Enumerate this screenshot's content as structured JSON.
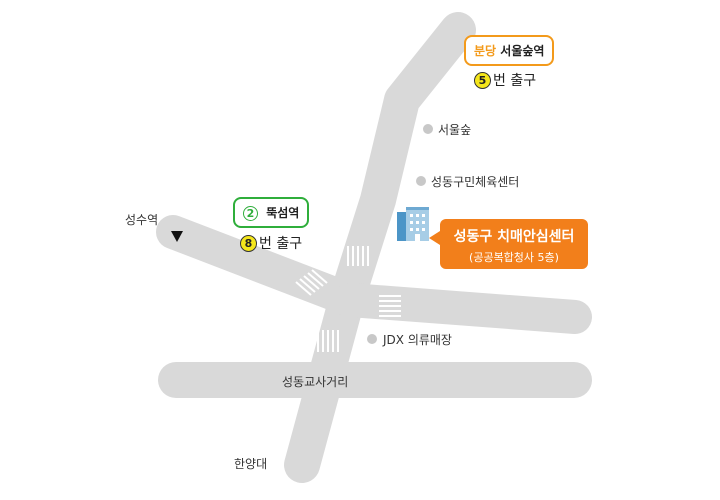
{
  "map_title": "",
  "colors": {
    "road": "#d9d9d9",
    "crosswalk": "#ffffff",
    "line2": "#2fae3b",
    "bundang": "#f39a1b",
    "exit_badge": "#f5e61b",
    "callout": "#f27f1b",
    "poi_dot": "#c8c8c8"
  },
  "roads": {
    "main_road": "성동교사거리"
  },
  "stations": {
    "seoulforest": {
      "line": "분당",
      "name": "서울숲역",
      "exit_number": "5",
      "exit_text": "번 출구"
    },
    "ttukseom": {
      "line_number": "2",
      "name": "뚝섬역",
      "exit_number": "8",
      "exit_text": "번 출구"
    }
  },
  "places": {
    "seongsu": "성수역",
    "seoulforest_poi": "서울숲",
    "sports_center": "성동구민체육센터",
    "jdx": "JDX 의류매장",
    "hanyang": "한양대"
  },
  "target": {
    "name": "성동구 치매안심센터",
    "sub": "(공공복합청사 5층)",
    "icon": "building-icon"
  },
  "direction_marker": "down-triangle-icon"
}
